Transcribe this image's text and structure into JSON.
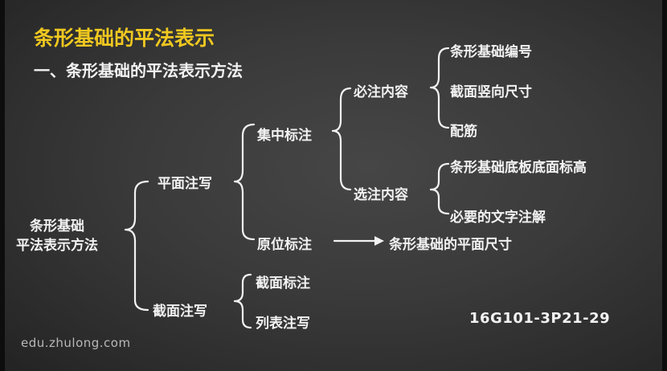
{
  "title": "条形基础的平法表示",
  "subtitle": "一、条形基础的平法表示方法",
  "root": {
    "line1": "条形基础",
    "line2": "平法表示方法"
  },
  "level1": {
    "plan": "平面注写",
    "section": "截面注写"
  },
  "plan_children": {
    "concentrated": "集中标注",
    "in_situ": "原位标注"
  },
  "concentrated_children": {
    "required": "必注内容",
    "optional": "选注内容"
  },
  "required_items": [
    "条形基础编号",
    "截面竖向尺寸",
    "配筋"
  ],
  "optional_items": [
    "条形基础底板底面标高",
    "必要的文字注解"
  ],
  "in_situ_result": "条形基础的平面尺寸",
  "section_children": [
    "截面标注",
    "列表注写"
  ],
  "reference": "16G101-3P21-29",
  "watermark": "edu.zhulong.com",
  "colors": {
    "title": "#f0c820",
    "text": "#f2f2f2",
    "background": "#3a3a3a"
  }
}
